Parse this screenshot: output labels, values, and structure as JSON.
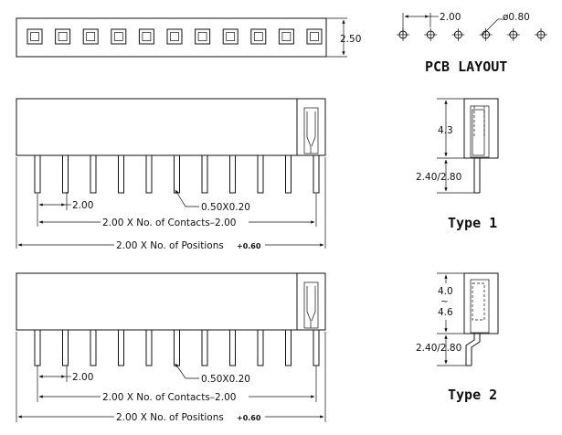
{
  "top_view": {
    "height_dim": "2.50",
    "contact_count": 11
  },
  "pcb_layout": {
    "title": "PCB LAYOUT",
    "pitch_label": "2.00",
    "hole_label": "ø0.80",
    "hole_count": 6
  },
  "type1": {
    "title": "Type 1",
    "pitch_label": "2.00",
    "pin_label": "0.50X0.20",
    "contacts_dim": "2.00 X No. of Contacts–2.00",
    "positions_dim": "2.00 X No. of Positions",
    "positions_tol": "+0.60",
    "body_height": "4.3",
    "tail_length": "2.40/2.80"
  },
  "type2": {
    "title": "Type 2",
    "pitch_label": "2.00",
    "pin_label": "0.50X0.20",
    "contacts_dim": "2.00 X No. of Contacts–2.00",
    "positions_dim": "2.00 X No. of Positions",
    "positions_tol": "+0.60",
    "body_height_min": "4.0",
    "body_height_sep": "~",
    "body_height_max": "4.6",
    "tail_length": "2.40/2.80"
  }
}
